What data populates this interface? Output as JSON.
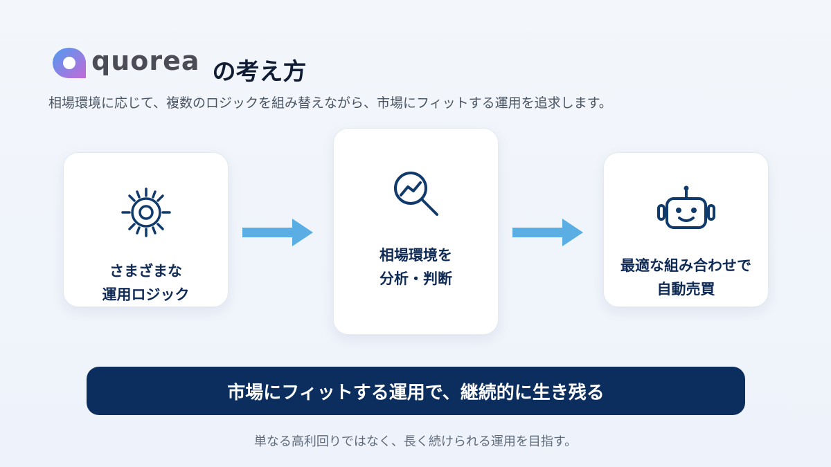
{
  "brand": {
    "logo_icon": "quorea-q-logo-icon",
    "logo_text": "quorea",
    "title_suffix": "の考え方"
  },
  "subtitle": "相場環境に応じて、複数のロジックを組み替えながら、市場にフィットする運用を追求します。",
  "steps": [
    {
      "icon": "gear-icon",
      "label_line1": "さまざまな",
      "label_line2": "運用ロジック"
    },
    {
      "icon": "magnifier-trend-icon",
      "label_line1": "相場環境を",
      "label_line2": "分析・判断"
    },
    {
      "icon": "robot-icon",
      "label_line1": "最適な組み合わせで",
      "label_line2": "自動売買"
    }
  ],
  "banner": "市場にフィットする運用で、継続的に生き残る",
  "footer": "単なる高利回りではなく、長く続けられる運用を目指す。",
  "colors": {
    "navy": "#0b2e5e",
    "arrow_blue": "#5aaee3",
    "logo_gradient_start": "#5b8cf0",
    "logo_gradient_end": "#c26ad8"
  }
}
